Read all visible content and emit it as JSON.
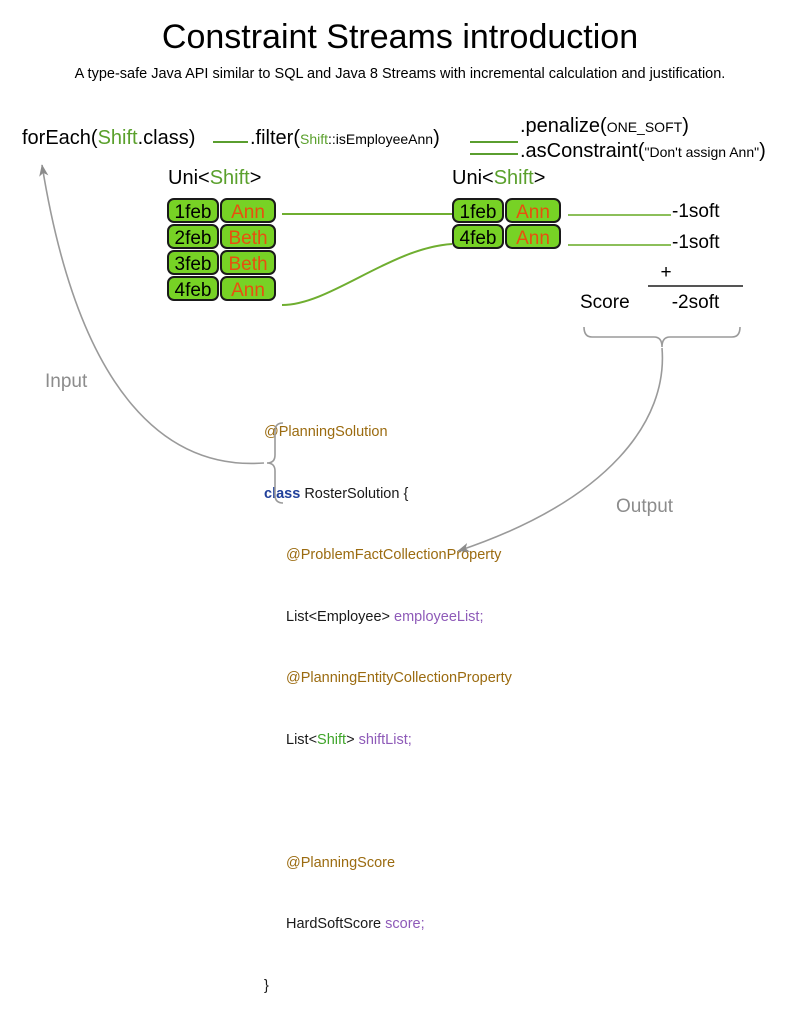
{
  "header": {
    "title": "Constraint Streams introduction",
    "subtitle": "A type-safe Java API similar to SQL and Java 8 Streams with incremental calculation and justification."
  },
  "colors": {
    "shift_card_fill": "#77d225",
    "shift_card_border": "#1a1a1a",
    "employee_text": "#e8500f",
    "java_type_green": "#5aa02c",
    "stream_line_green": "#5a9e2f",
    "score_line_green": "#8cbf5a",
    "annotation_gold": "#9b6b10",
    "keyword_blue": "#21409a",
    "field_purple": "#8e5ab8",
    "flow_label_gray": "#8c8c8c"
  },
  "pipeline": {
    "foreach": {
      "method": "forEach(",
      "type": "Shift",
      "tail": ".class)"
    },
    "filter": {
      "method": ".filter(",
      "arg_type": "Shift",
      "arg_rest": "::isEmployeeAnn",
      "tail": ")"
    },
    "penalize": {
      "method": ".penalize(",
      "arg": "ONE_SOFT",
      "tail": ")"
    },
    "as_constraint": {
      "method": ".asConstraint(",
      "arg": "\"Don't assign Ann\"",
      "tail": ")"
    }
  },
  "streams": {
    "left": {
      "label_prefix": "Uni<",
      "label_type": "Shift",
      "label_suffix": ">",
      "rows": [
        {
          "date": "1feb",
          "employee": "Ann"
        },
        {
          "date": "2feb",
          "employee": "Beth"
        },
        {
          "date": "3feb",
          "employee": "Beth"
        },
        {
          "date": "4feb",
          "employee": "Ann"
        }
      ]
    },
    "right": {
      "label_prefix": "Uni<",
      "label_type": "Shift",
      "label_suffix": ">",
      "rows": [
        {
          "date": "1feb",
          "employee": "Ann"
        },
        {
          "date": "4feb",
          "employee": "Ann"
        }
      ]
    }
  },
  "score": {
    "penalties": [
      "-1soft",
      "-1soft"
    ],
    "operator": "+",
    "label": "Score",
    "total": "-2soft"
  },
  "flow": {
    "input_label": "Input",
    "output_label": "Output"
  },
  "code": {
    "annotation_solution": "@PlanningSolution",
    "keyword_class": "class",
    "class_name": "RosterSolution {",
    "annotation_problem_fact": "@ProblemFactCollectionProperty",
    "employee_list_type": "List<Employee> ",
    "employee_list_field": "employeeList;",
    "annotation_planning_entity": "@PlanningEntityCollectionProperty",
    "shift_list_prefix": "List<",
    "shift_list_type": "Shift",
    "shift_list_mid": "> ",
    "shift_list_field": "shiftList;",
    "annotation_planning_score": "@PlanningScore",
    "score_type": "HardSoftScore ",
    "score_field": "score;",
    "close_brace": "}"
  }
}
